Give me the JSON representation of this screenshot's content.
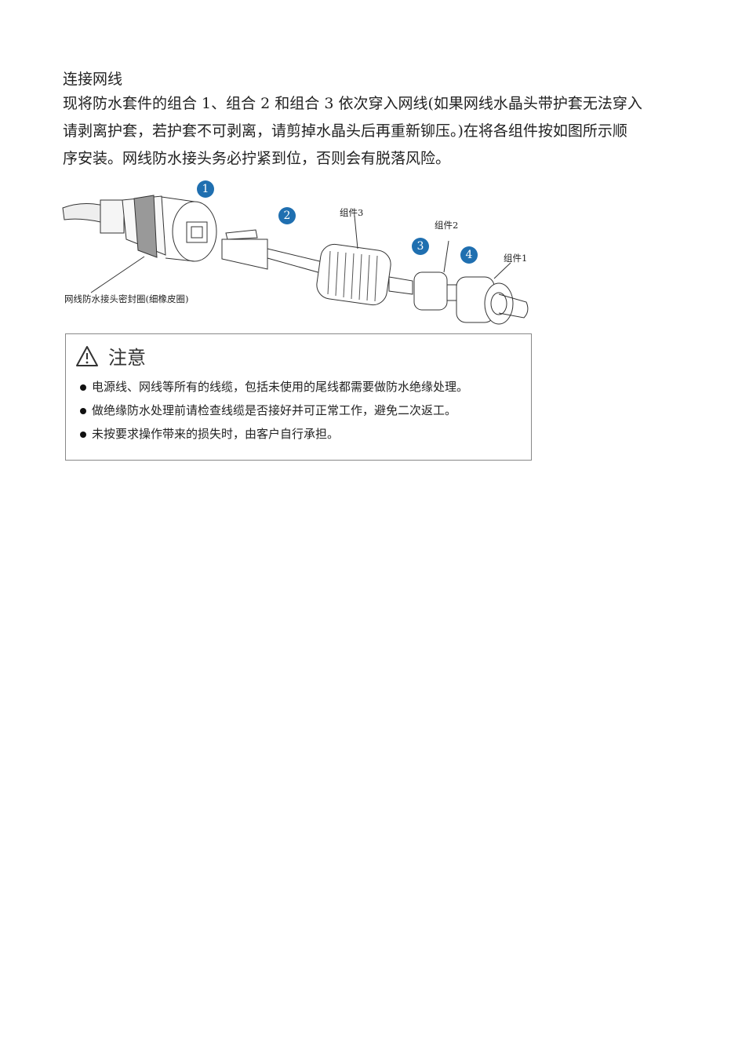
{
  "heading": "连接网线",
  "paragraph_lines": [
    "现将防水套件的组合 1、组合 2 和组合 3 依次穿入网线(如果网线水晶头带护套无法穿入",
    "请剥离护套，若护套不可剥离，请剪掉水晶头后再重新铆压。)在将各组件按如图所示顺",
    "序安装。网线防水接头务必拧紧到位，否则会有脱落风险。"
  ],
  "figure": {
    "badges": [
      "1",
      "2",
      "3",
      "4"
    ],
    "labels": {
      "component3": "组件3",
      "component2": "组件2",
      "component1": "组件1",
      "seal": "网线防水接头密封圈(细橡皮圈)"
    },
    "badge_color": "#1f6fb0"
  },
  "notice": {
    "icon": "warning-triangle-icon",
    "title": "注意",
    "items": [
      "电源线、网线等所有的线缆，包括未使用的尾线都需要做防水绝缘处理。",
      "做绝缘防水处理前请检查线缆是否接好并可正常工作，避免二次返工。",
      "未按要求操作带来的损失时，由客户自行承担。"
    ]
  }
}
